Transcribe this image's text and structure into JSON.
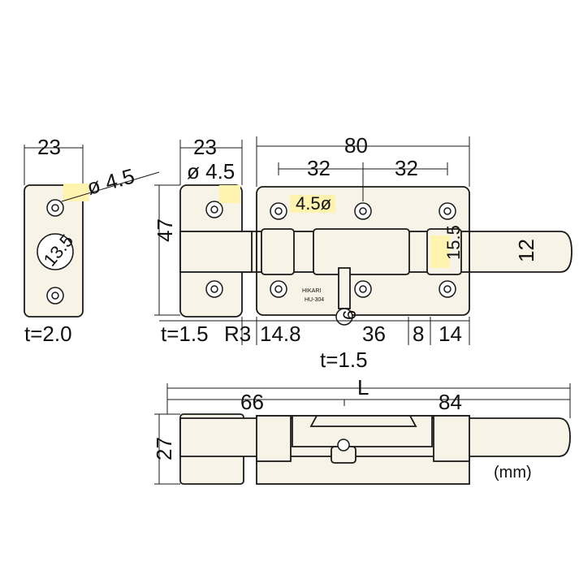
{
  "dimensions": {
    "strike_width": "23",
    "strike_hole": "ø 4.5",
    "strike_slot": "13.5",
    "strike_thickness": "t=2.0",
    "bolt_block_width": "23",
    "bolt_block_hole": "ø 4.5",
    "height_47": "47",
    "body_length": "80",
    "hole_spacing_left": "32",
    "hole_spacing_right": "32",
    "body_hole": "4.5ø",
    "bolt_height": "15.5",
    "bolt_dia": "12",
    "block_thickness": "t=1.5",
    "radius": "R3",
    "gap_14_8": "14.8",
    "dim_36": "36",
    "dim_8": "8",
    "dim_14": "14",
    "knob_6": "6",
    "body_thickness": "t=1.5",
    "overall_length": "L",
    "dim_66": "66",
    "dim_84": "84",
    "height_27": "27",
    "units": "(mm)"
  },
  "product_marking": {
    "line1": "HIKARI",
    "line2": "HU-304"
  }
}
